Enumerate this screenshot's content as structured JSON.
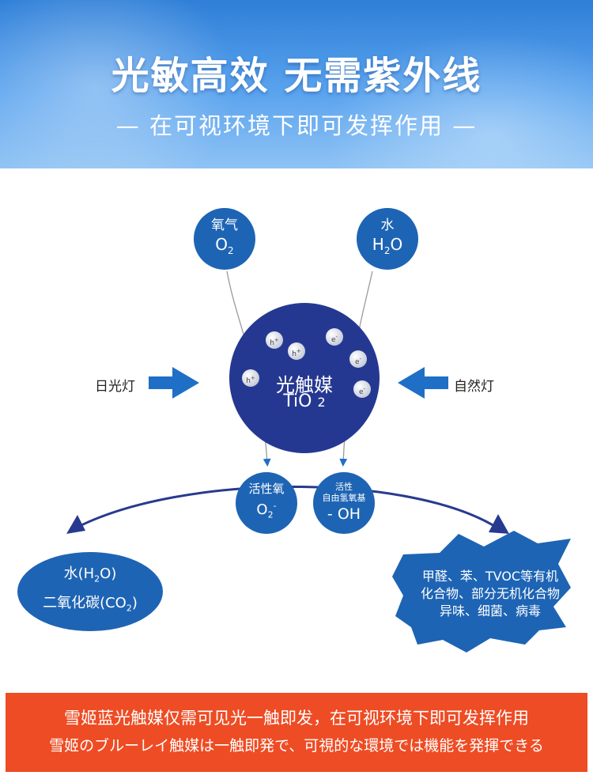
{
  "header": {
    "title": "光敏高效 无需紫外线",
    "subtitle": "— 在可视环境下即可发挥作用 —"
  },
  "inputs": {
    "oxygen": {
      "label": "氧气",
      "formula": "O",
      "sub": "2"
    },
    "water": {
      "label": "水",
      "formula_pre": "H",
      "sub": "2",
      "formula_post": "O"
    }
  },
  "catalyst": {
    "name": "光触媒",
    "formula": "TiO",
    "sub": "2",
    "holes": [
      "h",
      "h",
      "h"
    ],
    "hole_charge": "+",
    "electrons": [
      "e",
      "e",
      "e"
    ],
    "electron_charge": "-"
  },
  "lights": {
    "left": "日光灯",
    "right": "自然灯"
  },
  "products": {
    "active_oxygen": {
      "label": "活性氧",
      "formula": "O",
      "sub": "2",
      "sup": "-"
    },
    "hydroxyl": {
      "label_line1": "活性",
      "label_line2": "自由氢氧基",
      "formula": "- OH"
    }
  },
  "outputs": {
    "left": {
      "line1_pre": "水(H",
      "line1_sub": "2",
      "line1_post": "O)",
      "line2_pre": "二氧化碳(CO",
      "line2_sub": "2",
      "line2_post": ")"
    },
    "right": {
      "line1": "甲醛、苯、TVOC等有机",
      "line2": "化合物、部分无机化合物",
      "line3": "异味、细菌、病毒"
    }
  },
  "banner": {
    "line1": "雪姬蓝光触媒仅需可见光一触即发，在可视环境下即可发挥作用",
    "line2": "雪姬のブルーレイ触媒は一触即発で、可視的な環境では機能を発揮できる"
  },
  "colors": {
    "node_blue": "#1e64b4",
    "catalyst_navy": "#253891",
    "arrow_blue": "#1f6fc6",
    "curve_navy": "#283a8f",
    "banner_orange": "#ee4c24"
  }
}
